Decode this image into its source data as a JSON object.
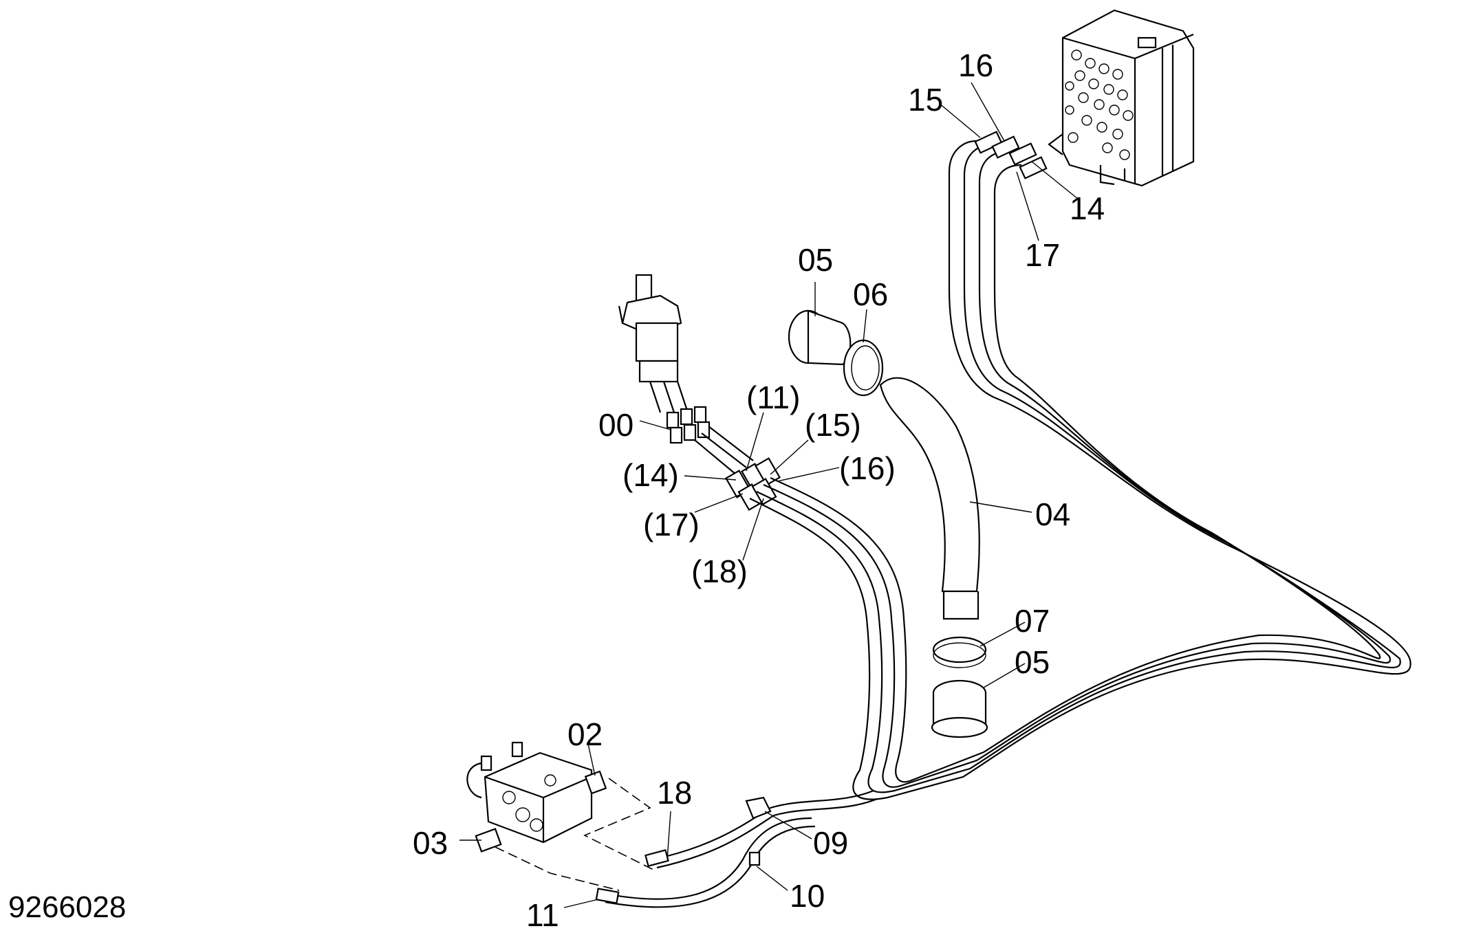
{
  "figure_id": "9266028",
  "labels": {
    "l00": "00",
    "l02": "02",
    "l03": "03",
    "l04": "04",
    "l05a": "05",
    "l05b": "05",
    "l06": "06",
    "l07": "07",
    "l09": "09",
    "l10": "10",
    "l11": "11",
    "l14": "14",
    "l15": "15",
    "l16": "16",
    "l17": "17",
    "l18": "18",
    "p11": "(11)",
    "p14": "(14)",
    "p15": "(15)",
    "p16": "(16)",
    "p17": "(17)",
    "p18": "(18)"
  }
}
